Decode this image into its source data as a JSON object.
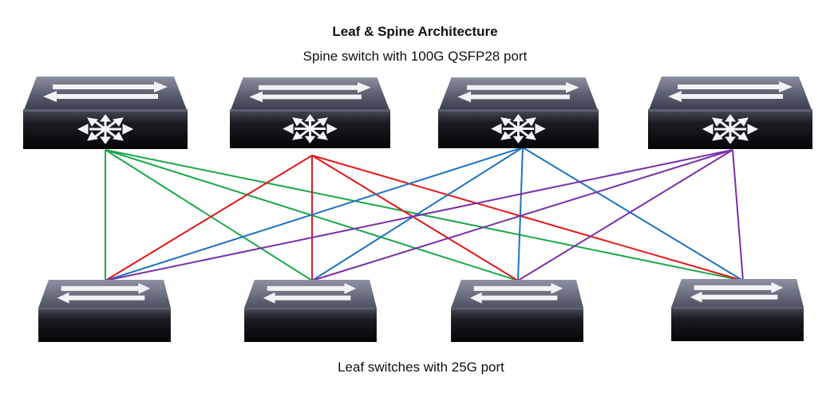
{
  "title": "Leaf & Spine Architecture",
  "spine_caption": "Spine switch with 100G QSFP28 port",
  "leaf_caption": "Leaf switches with 25G port",
  "colors": {
    "spine_1_links": "#1aa84a",
    "spine_2_links": "#e01818",
    "spine_3_links": "#1f72c0",
    "spine_4_links": "#7a2fa8"
  },
  "icons": {
    "spine_switch": "multilayer-switch-icon",
    "leaf_switch": "workgroup-switch-icon"
  }
}
